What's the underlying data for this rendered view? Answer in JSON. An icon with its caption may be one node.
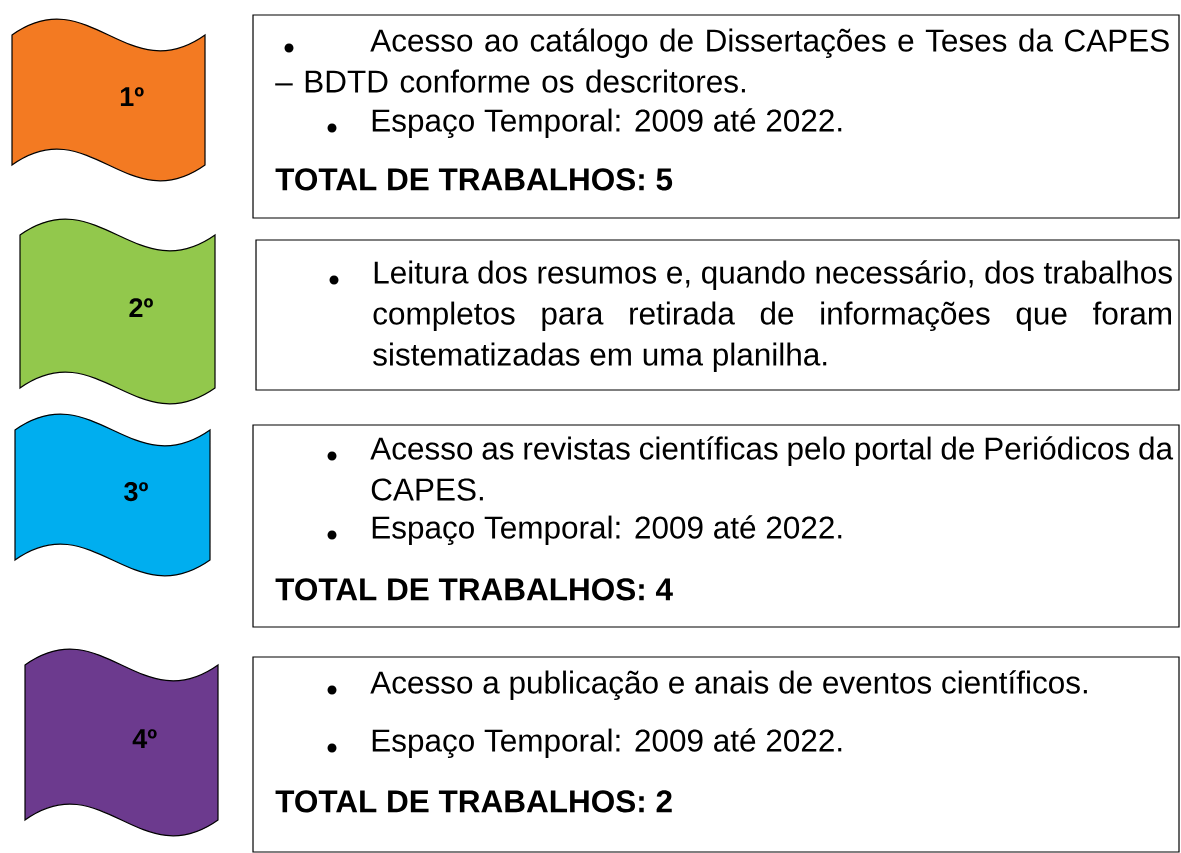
{
  "diagram": {
    "nodes": [
      {
        "text": [
          "1º"
        ]
      },
      {
        "text": [
          "Acesso ao catálogo de Dissertações e Teses da CAPES – BDTD conforme os descritores.",
          "Espaço Temporal: 2009 até 2022.",
          "TOTAL DE TRABALHOS: 5"
        ]
      },
      {
        "text": [
          "2º"
        ]
      },
      {
        "text": [
          "Leitura dos resumos e, quando necessário, dos trabalhos completos para retirada de informações que foram sistematizadas em uma planilha."
        ]
      },
      {
        "text": [
          "3º"
        ]
      },
      {
        "text": [
          "Acesso as revistas científicas pelo portal de Periódicos da CAPES.",
          "Espaço Temporal: 2009 até 2022.",
          "TOTAL DE TRABALHOS: 4"
        ]
      },
      {
        "text": [
          "4º"
        ]
      },
      {
        "text": [
          "Acesso a publicação e anais de eventos científicos.",
          "Espaço Temporal: 2009 até 2022.",
          "TOTAL DE TRABALHOS: 2"
        ]
      }
    ]
  }
}
